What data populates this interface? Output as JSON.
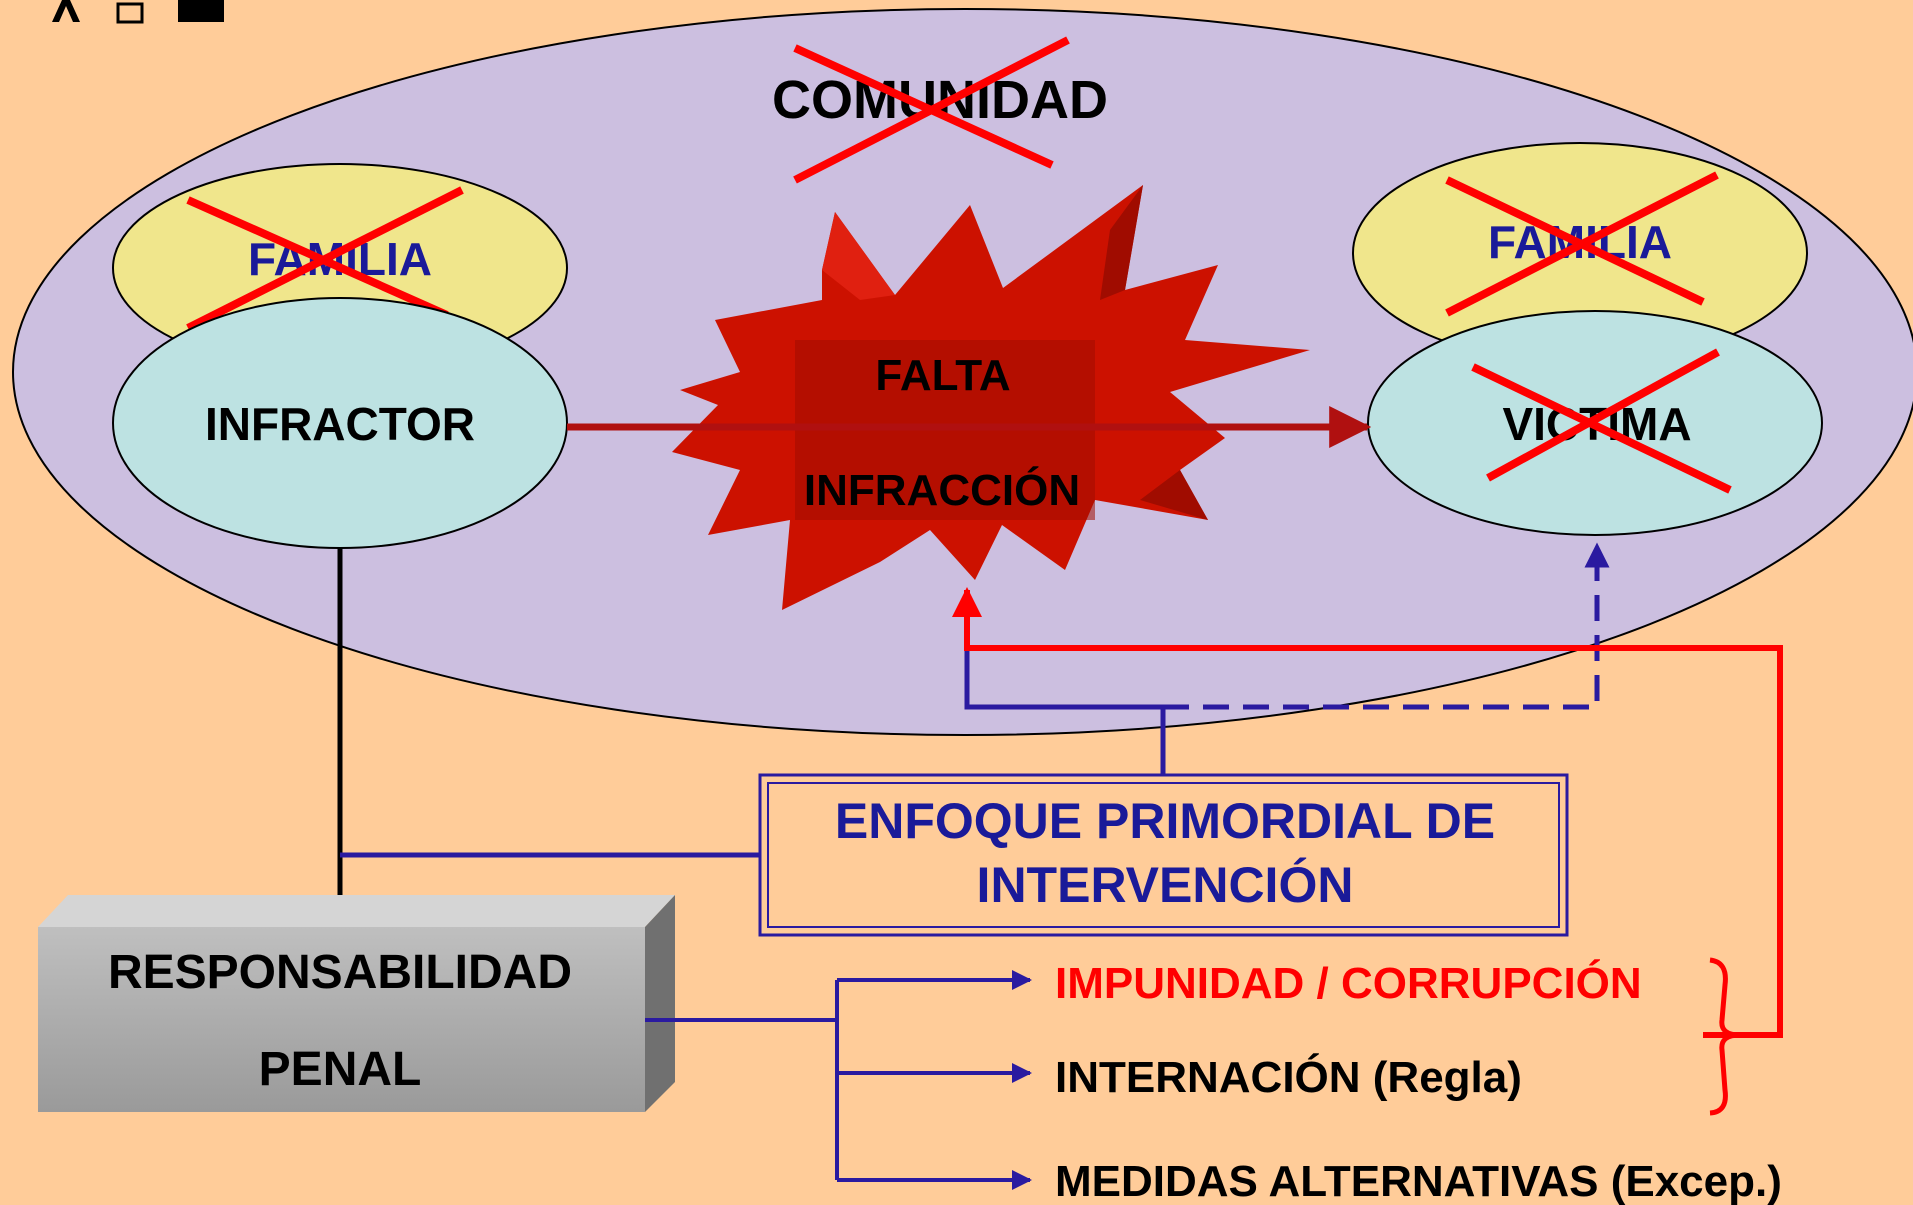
{
  "labels": {
    "comunidad": "COMUNIDAD",
    "familia_left": "FAMILIA",
    "infractor": "INFRACTOR",
    "falta": "FALTA",
    "infraccion": "INFRACCIÓN",
    "familia_right": "FAMILIA",
    "victima": "VICTIMA",
    "enfoque_line1": "ENFOQUE PRIMORDIAL DE",
    "enfoque_line2": "INTERVENCIÓN",
    "responsabilidad_line1": "RESPONSABILIDAD",
    "responsabilidad_line2": "PENAL",
    "impunidad": "IMPUNIDAD / CORRUPCIÓN",
    "internacion": "INTERNACIÓN (Regla)",
    "medidas": "MEDIDAS ALTERNATIVAS (Excep.)"
  },
  "colors": {
    "background": "#FFCC99",
    "community_fill": "#CCBFE0",
    "family_fill": "#F0E68C",
    "person_fill": "#BDE2E2",
    "burst_fill": "#CC1100",
    "cross_red": "#FF0000",
    "blue_text": "#1A1A99",
    "red_text": "#FF0000",
    "connector_blue": "#2A1AA0"
  }
}
